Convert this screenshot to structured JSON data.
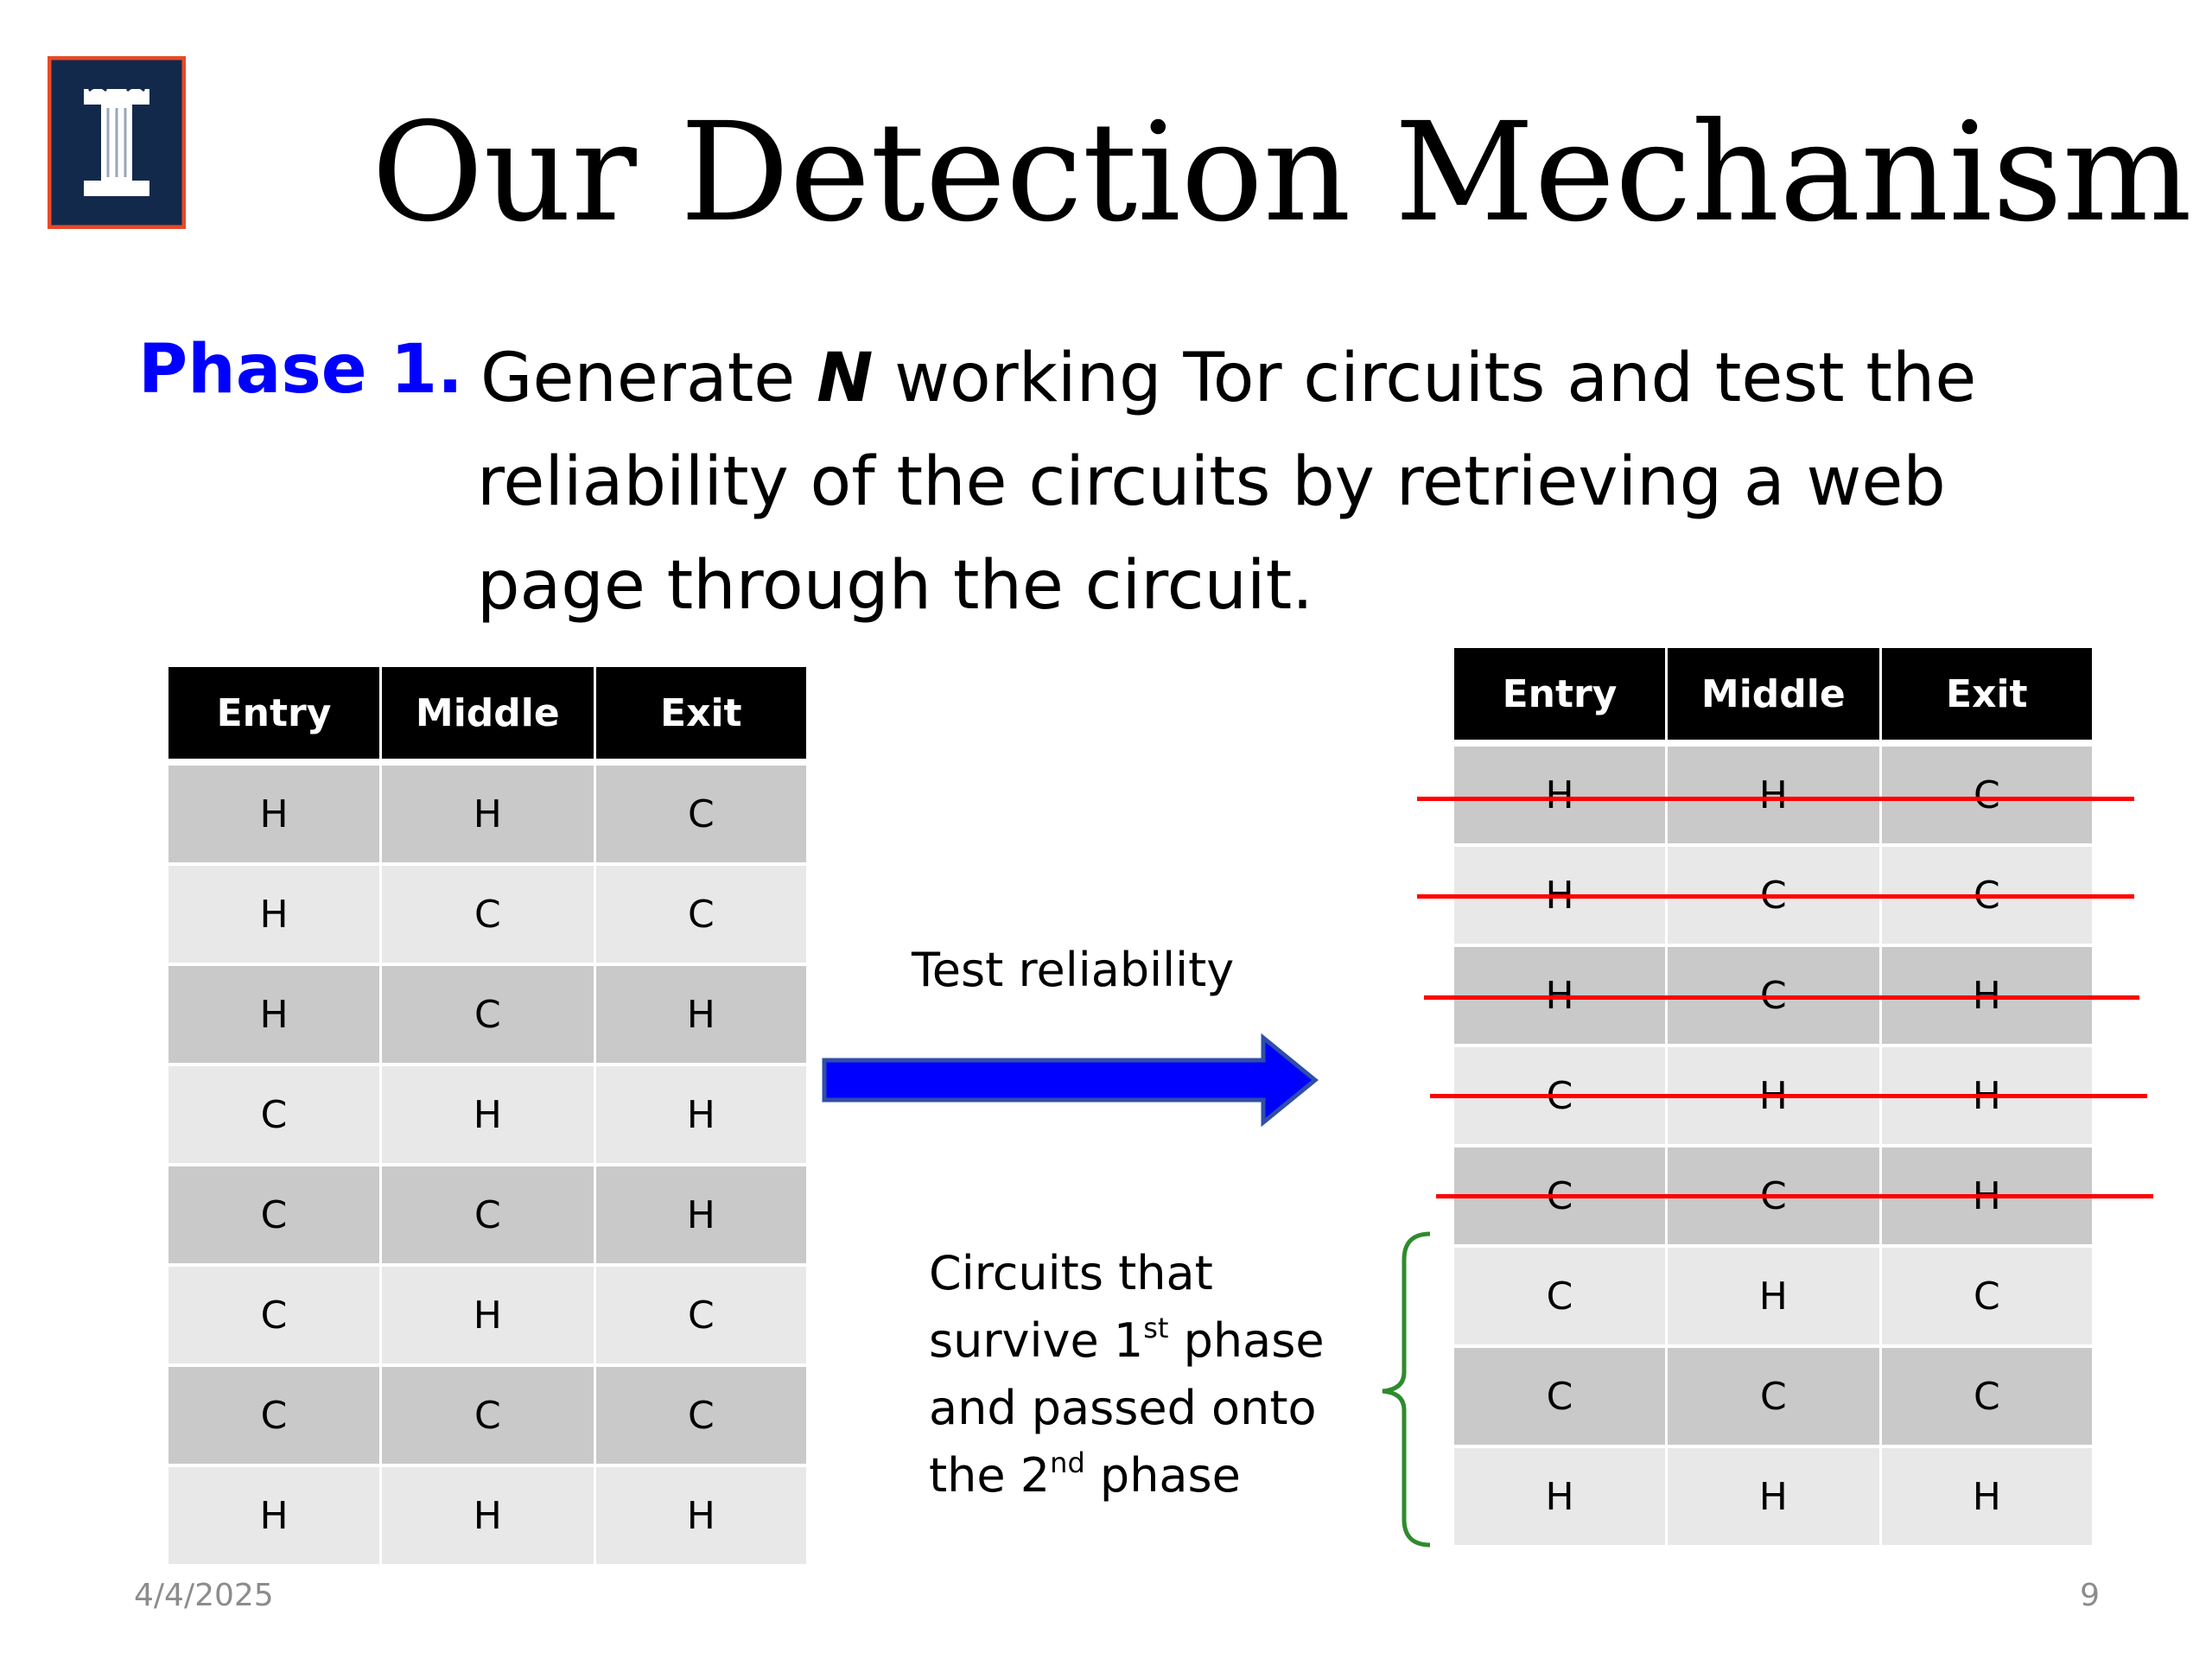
{
  "title": "Our Detection Mechanism",
  "phase": {
    "label": "Phase 1.",
    "line1_pre": "Generate ",
    "line1_var": "N",
    "line1_post": " working Tor circuits and test the",
    "line2": "reliability of the circuits by retrieving a web",
    "line3": "page through the circuit."
  },
  "headers": [
    "Entry",
    "Middle",
    "Exit"
  ],
  "left_table": {
    "rows": [
      [
        "H",
        "H",
        "C"
      ],
      [
        "H",
        "C",
        "C"
      ],
      [
        "H",
        "C",
        "H"
      ],
      [
        "C",
        "H",
        "H"
      ],
      [
        "C",
        "C",
        "H"
      ],
      [
        "C",
        "H",
        "C"
      ],
      [
        "C",
        "C",
        "C"
      ],
      [
        "H",
        "H",
        "H"
      ]
    ]
  },
  "right_table": {
    "rows": [
      [
        "H",
        "H",
        "C"
      ],
      [
        "H",
        "C",
        "C"
      ],
      [
        "H",
        "C",
        "H"
      ],
      [
        "C",
        "H",
        "H"
      ],
      [
        "C",
        "C",
        "H"
      ],
      [
        "C",
        "H",
        "C"
      ],
      [
        "C",
        "C",
        "C"
      ],
      [
        "H",
        "H",
        "H"
      ]
    ],
    "struck_rows": 5
  },
  "arrow_label": "Test reliability",
  "note": {
    "line1": "Circuits that",
    "line2_pre": "survive 1",
    "line2_sup": "st",
    "line2_post": " phase",
    "line3": "and passed onto",
    "line4_pre": "the 2",
    "line4_sup": "nd",
    "line4_post": " phase"
  },
  "footer": {
    "date": "4/4/2025",
    "page": "9"
  },
  "colors": {
    "phase_label": "#0000ff",
    "arrow": "#0000ff",
    "strike": "#ff0000",
    "brace": "#2e8b2e",
    "logo_bg": "#13294b",
    "logo_border": "#e84a27"
  },
  "icons": {
    "logo": "illinois-block-i-logo",
    "arrow": "right-arrow-icon",
    "brace": "left-curly-brace-icon"
  }
}
